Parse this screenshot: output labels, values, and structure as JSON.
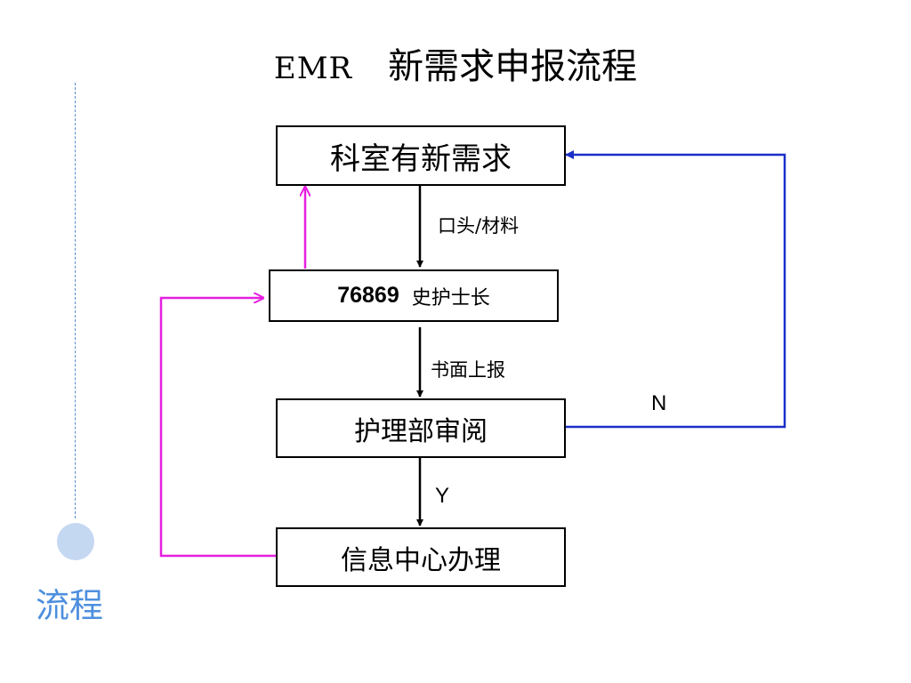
{
  "title": {
    "prefix": "EMR",
    "main": "新需求申报流程"
  },
  "side_label": "流程",
  "nodes": {
    "dept": "科室有新需求",
    "head_nurse_id": "76869",
    "head_nurse_name": "史护士长",
    "review": "护理部审阅",
    "info_center": "信息中心办理"
  },
  "edge_labels": {
    "oral": "口头/材料",
    "written": "书面上报",
    "no": "N",
    "yes": "Y"
  },
  "colors": {
    "blue_arrow": "#1a2fc7",
    "magenta_arrow": "#e61fe0",
    "side_accent": "#4e8fde"
  }
}
